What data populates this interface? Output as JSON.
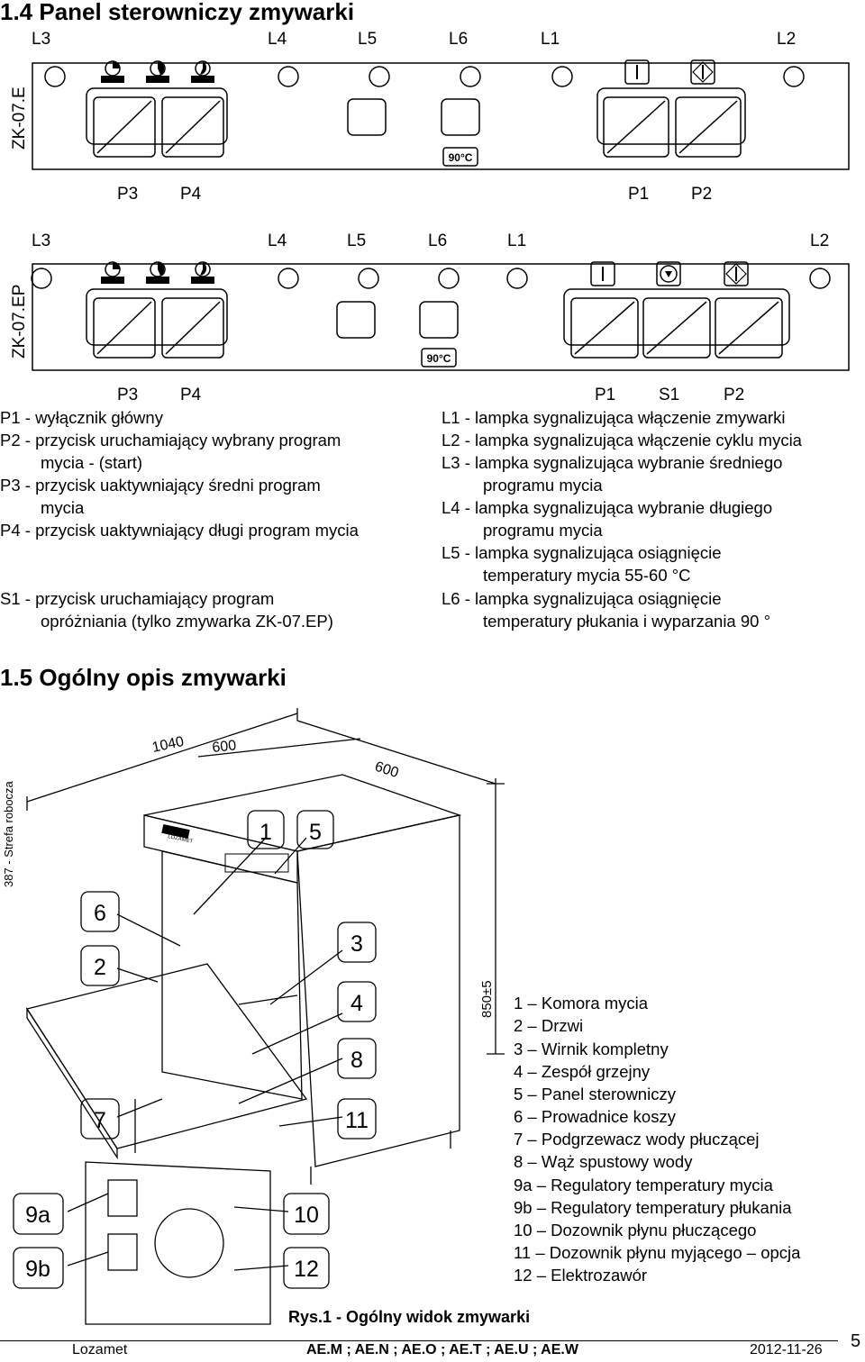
{
  "section14": {
    "title": "1.4  Panel sterowniczy zmywarki"
  },
  "panelE": {
    "model": "ZK-07.E",
    "lamp_labels": [
      "L3",
      "L4",
      "L5",
      "L6",
      "L1",
      "L2"
    ],
    "button_labels": [
      "P3",
      "P4",
      "P1",
      "P2"
    ],
    "temp_badge": "90°C"
  },
  "panelEP": {
    "model": "ZK-07.EP",
    "lamp_labels": [
      "L3",
      "L4",
      "L5",
      "L6",
      "L1",
      "L2"
    ],
    "button_labels": [
      "P3",
      "P4",
      "P1",
      "S1",
      "P2"
    ],
    "temp_badge": "90°C"
  },
  "legend_left": [
    "P1 - wyłącznik główny",
    "P2 - przycisk uruchamiający wybrany program",
    "mycia - (start)",
    "P3 - przycisk uaktywniający średni program",
    "mycia",
    "P4 - przycisk uaktywniający długi program mycia",
    "S1 - przycisk uruchamiający program",
    "opróżniania (tylko zmywarka ZK-07.EP)"
  ],
  "legend_right": [
    "L1 - lampka sygnalizująca włączenie zmywarki",
    "L2 - lampka sygnalizująca włączenie cyklu mycia",
    "L3 - lampka sygnalizująca wybranie średniego",
    "programu mycia",
    "L4 - lampka sygnalizująca wybranie długiego",
    "programu mycia",
    "L5 - lampka sygnalizująca osiągnięcie",
    "temperatury mycia 55-60 °C",
    "L6 - lampka sygnalizująca osiągnięcie",
    "temperatury płukania i wyparzania 90 °"
  ],
  "section15": {
    "title": "1.5  Ogólny opis zmywarki"
  },
  "drawing": {
    "dims": [
      "1040",
      "600",
      "600",
      "850±5"
    ],
    "zone_label": "387 - Strefa robocza",
    "brand": "LOZAMET",
    "callouts": [
      "1",
      "5",
      "6",
      "2",
      "3",
      "4",
      "8",
      "7",
      "11",
      "9a",
      "9b",
      "10",
      "12"
    ],
    "caption": "Rys.1 - Ogólny widok zmywarki"
  },
  "parts": [
    "1 – Komora mycia",
    "2 – Drzwi",
    "3 – Wirnik kompletny",
    "4 – Zespół grzejny",
    "5 – Panel sterowniczy",
    "6 – Prowadnice koszy",
    "7 – Podgrzewacz wody płuczącej",
    "8 – Wąż spustowy wody",
    "9a – Regulatory temperatury mycia",
    "9b – Regulatory temperatury płukania",
    "10 – Dozownik płynu płuczącego",
    "11 – Dozownik płynu myjącego – opcja",
    "12 – Elektrozawór"
  ],
  "footer": {
    "company": "Lozamet",
    "models": "AE.M ; AE.N ; AE.O ; AE.T ; AE.U ; AE.W",
    "date": "2012-11-26",
    "page": "5"
  }
}
